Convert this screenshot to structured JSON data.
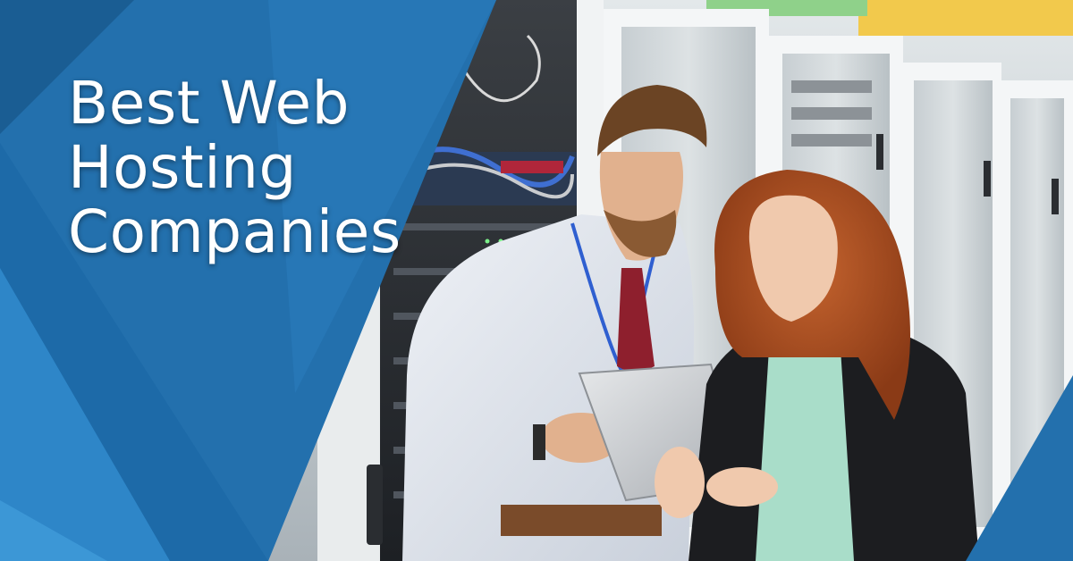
{
  "headline": {
    "line1": "Best Web",
    "line2": "Hosting",
    "line3": "Companies"
  },
  "colors": {
    "banner_dark": "#1a5d93",
    "banner_mid": "#2370ad",
    "banner_light": "#2e86c8",
    "headline_text": "#ffffff"
  }
}
